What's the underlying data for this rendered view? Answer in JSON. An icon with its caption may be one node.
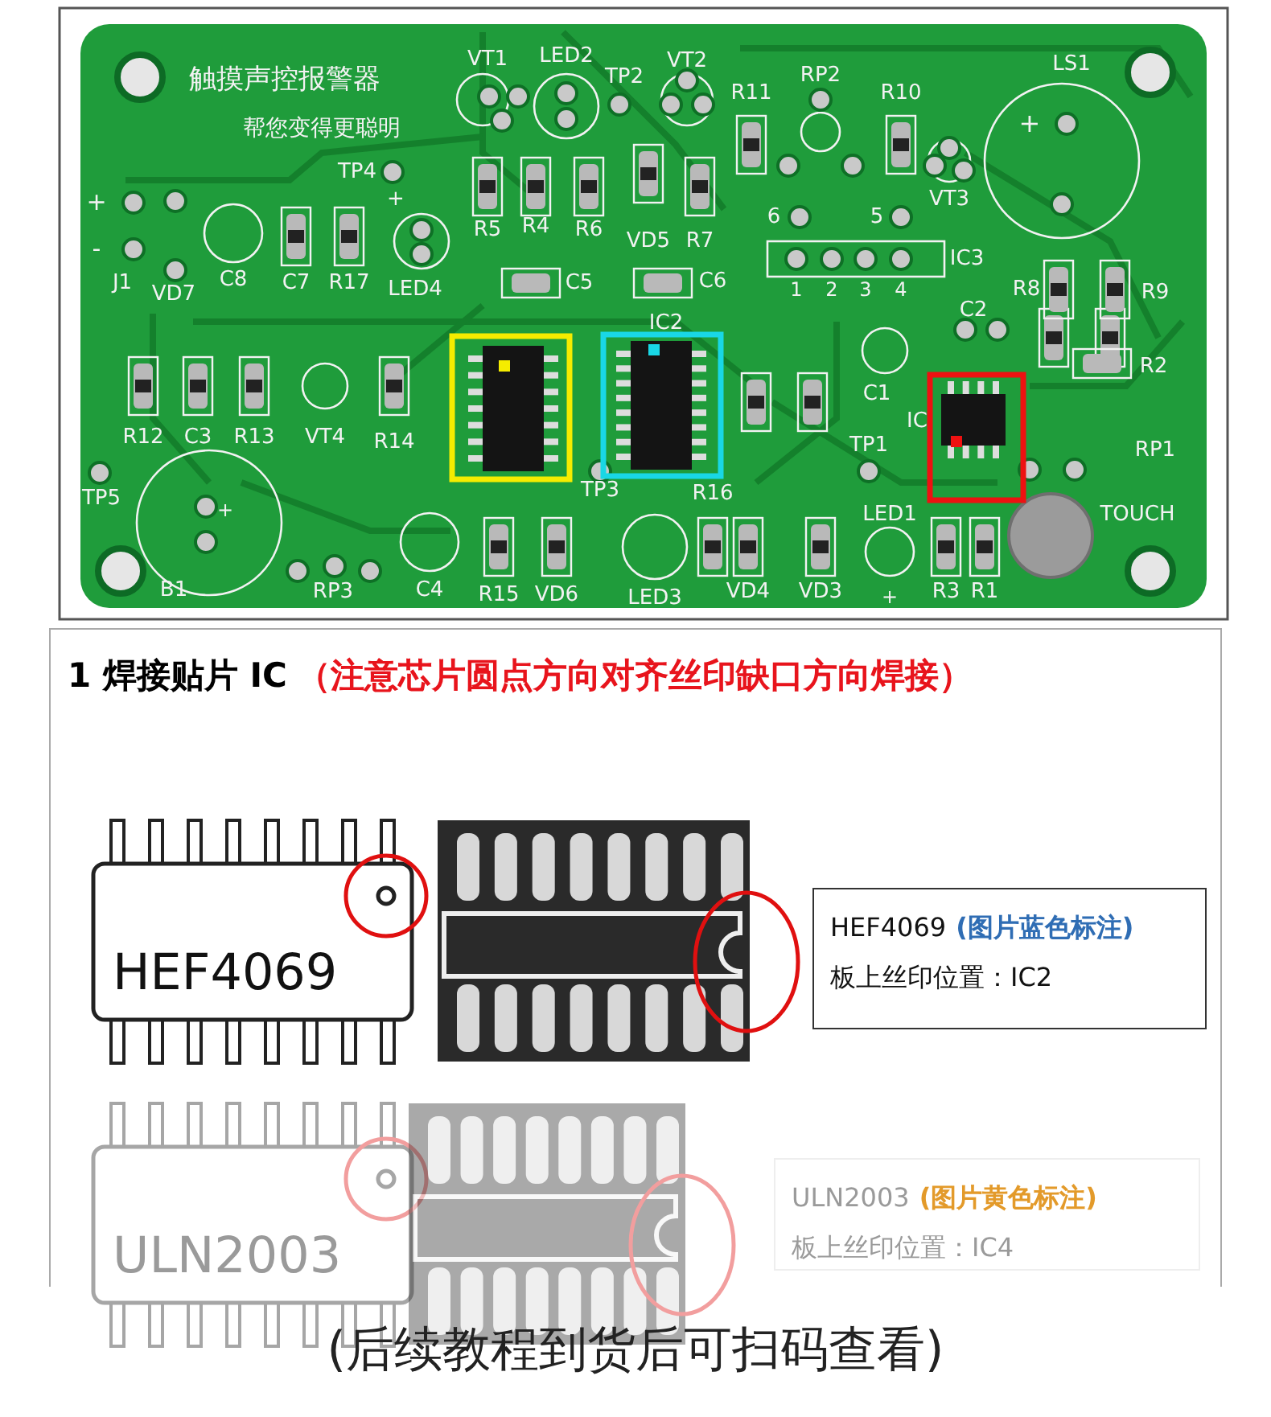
{
  "diagram": {
    "title": "1 焊接贴片 IC",
    "caption": "(后续教程到货后可扫码查看)",
    "nodes": [
      {
        "text": [
          "HEF4069"
        ]
      },
      {
        "text": [
          "HEF4069",
          "(图片蓝色标注)",
          "板上丝印位置：IC2"
        ]
      },
      {
        "text": [
          "ULN2003"
        ]
      },
      {
        "text": [
          "ULN2003",
          "(图片黄色标注)",
          "板上丝印位置：IC4"
        ]
      }
    ],
    "labels": [
      "触摸声控报警器",
      "帮您变得更聪明",
      "VT1",
      "LED2",
      "TP2",
      "VT2",
      "RP2",
      "R11",
      "R10",
      "LS1",
      "+",
      "TP4",
      "+",
      "R5",
      "R4",
      "R6",
      "VD5",
      "R7",
      "VT3",
      "6",
      "5",
      "+",
      "-",
      "IC3",
      "J1",
      "VD7",
      "C8",
      "C7",
      "R17",
      "LED4",
      "C5",
      "C6",
      "1",
      "2",
      "3",
      "4",
      "R8",
      "R9",
      "C2",
      "IC2",
      "R2",
      "C1",
      "IC",
      "R12",
      "C3",
      "R13",
      "VT4",
      "R14",
      "TP1",
      "RP1",
      "TP3",
      "TP5",
      "R16",
      "+",
      "LED1",
      "TOUCH",
      "B1",
      "RP3",
      "C4",
      "R15",
      "VD6",
      "LED3",
      "VD4",
      "VD3",
      "+",
      "R3",
      "R1",
      "（注意芯片圆点方向对齐丝印缺口方向焊接）"
    ]
  }
}
